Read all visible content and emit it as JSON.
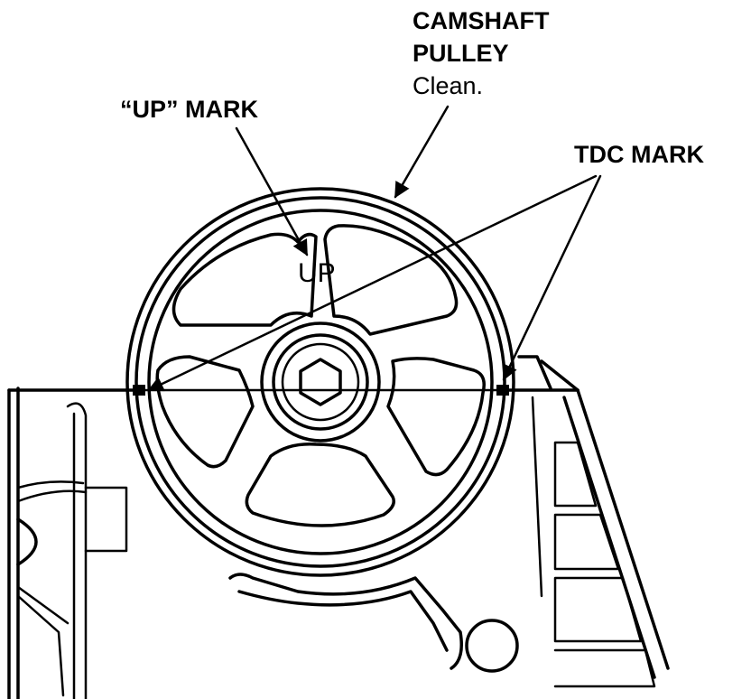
{
  "labels": {
    "camshaft_line1": "CAMSHAFT",
    "camshaft_line2": "PULLEY",
    "camshaft_note": "Clean.",
    "up_mark": "“UP” MARK",
    "tdc_mark": "TDC MARK",
    "pulley_up_text": "UP"
  }
}
